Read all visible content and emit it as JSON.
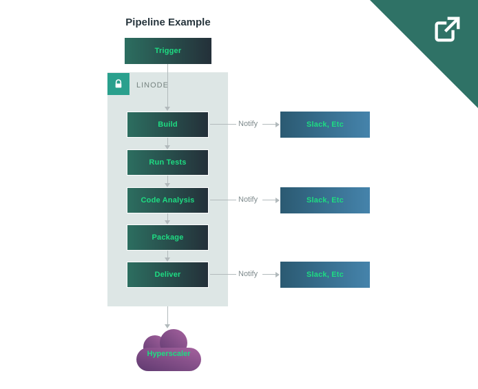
{
  "title": "Pipeline Example",
  "pipeline": {
    "trigger_label": "Trigger",
    "container_label": "LINODE",
    "steps": [
      {
        "label": "Build"
      },
      {
        "label": "Run Tests"
      },
      {
        "label": "Code Analysis"
      },
      {
        "label": "Package"
      },
      {
        "label": "Deliver"
      }
    ]
  },
  "notifications": [
    {
      "label": "Notify",
      "target": "Slack, Etc"
    },
    {
      "label": "Notify",
      "target": "Slack, Etc"
    },
    {
      "label": "Notify",
      "target": "Slack, Etc"
    }
  ],
  "cloud": {
    "label": "Hyperscaler"
  },
  "icons": {
    "lock": "lock-icon",
    "external_link": "external-link-icon",
    "cloud": "cloud-icon"
  },
  "colors": {
    "accent_green": "#1edc82",
    "corner_teal": "#2f7266",
    "lock_teal": "#2aa08d",
    "step_gradient_start": "#2c6e60",
    "step_gradient_end": "#243039",
    "slack_gradient_start": "#2b5a72",
    "slack_gradient_end": "#4583ab",
    "container_bg": "#dde6e5",
    "cloud_gradient_start": "#5f3a70",
    "cloud_gradient_end": "#a2609c",
    "arrow_gray": "#b2babc",
    "title_text": "#27353d"
  }
}
